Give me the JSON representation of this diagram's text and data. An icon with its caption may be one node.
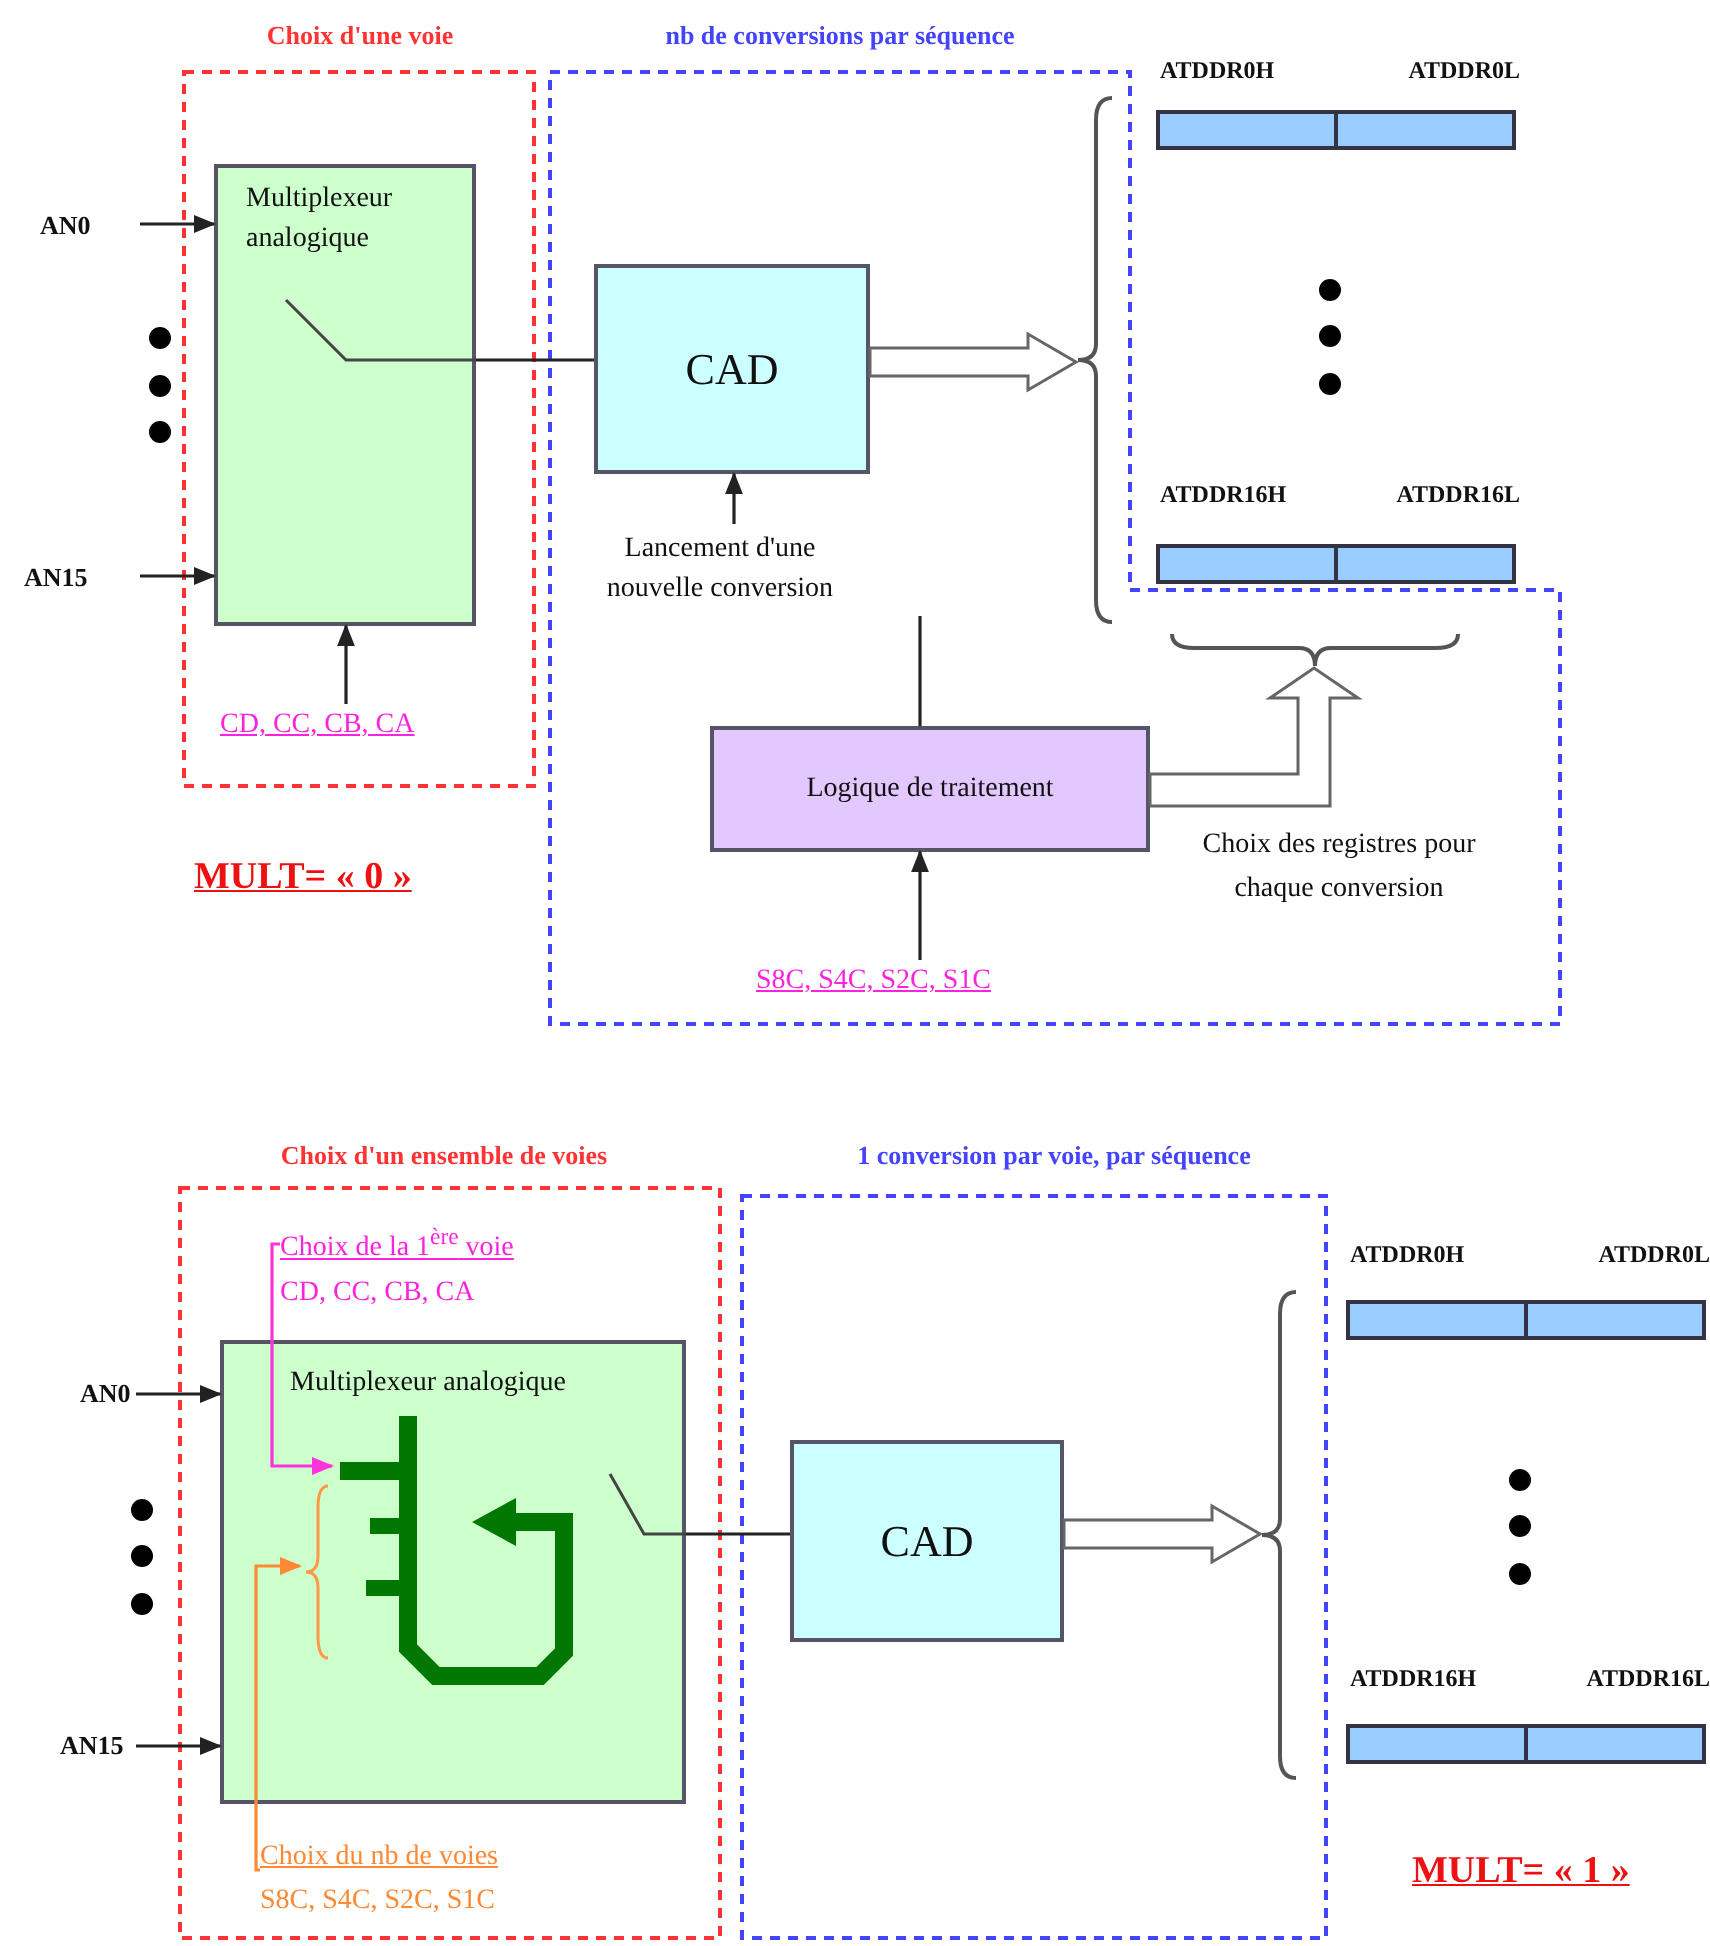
{
  "diagram": {
    "nodes": [
      {
        "text": [
          "Choix d'une voie"
        ]
      },
      {
        "text": [
          "Multiplexeur analogique"
        ],
        "in": 0
      },
      {
        "text": [
          "CD, CC, CB, CA"
        ],
        "in": 0
      },
      {
        "text": [
          "AN0"
        ]
      },
      {
        "text": [
          "AN15"
        ]
      },
      {
        "text": [
          "nb de conversions par séquence"
        ]
      },
      {
        "text": [
          "CAD"
        ],
        "in": 5
      },
      {
        "text": [
          "Lancement d'une nouvelle conversion"
        ],
        "in": 5
      },
      {
        "text": [
          "Logique de traitement"
        ],
        "in": 5
      },
      {
        "text": [
          "S8C, S4C, S2C, S1C"
        ],
        "in": 5
      },
      {
        "text": [],
        "shape": "brace",
        "in": 5
      },
      {
        "text": [
          "ATDDR0H",
          "ATDDR0L"
        ]
      },
      {
        "text": [
          "ATDDR16H",
          "ATDDR16L"
        ]
      },
      {
        "text": [],
        "shape": "brace",
        "in": 5
      },
      {
        "text": [
          "Choix d'un ensemble de voies"
        ]
      },
      {
        "text": [
          "Choix de la 1$^{ère}$ voie",
          "CD, CC, CB, CA"
        ],
        "in": 14
      },
      {
        "text": [
          "Multiplexeur analogique"
        ],
        "in": 14
      },
      {
        "text": [],
        "shape": "picture",
        "in": 16
      },
      {
        "text": [],
        "shape": "brace",
        "in": 16
      },
      {
        "text": [
          "Choix du nb de voies",
          "S8C, S4C, S2C, S1C"
        ],
        "in": 14
      },
      {
        "text": [
          "AN0"
        ]
      },
      {
        "text": [
          "AN15"
        ]
      },
      {
        "text": [
          "1 conversion par voie, par séquence"
        ]
      },
      {
        "text": [
          "CAD"
        ],
        "in": 22
      },
      {
        "text": [],
        "shape": "brace",
        "in": 22
      },
      {
        "text": [
          "ATDDR0H",
          "ATDDR0L"
        ]
      },
      {
        "text": [
          "ATDDR16H",
          "ATDDR16L"
        ]
      }
    ],
    "edges": [
      {
        "from": 3,
        "to": 1,
        "arrow": "to"
      },
      {
        "from": 4,
        "to": 1,
        "arrow": "to"
      },
      {
        "from": 2,
        "to": 1,
        "arrow": "to"
      },
      {
        "from": 1,
        "to": 6,
        "arrow": "none"
      },
      {
        "from": 6,
        "to": 10,
        "arrow": "to",
        "style": "thick"
      },
      {
        "from": 7,
        "to": 6,
        "arrow": "to"
      },
      {
        "from": 8,
        "to": 7,
        "arrow": "none"
      },
      {
        "from": 9,
        "to": 8,
        "arrow": "to"
      },
      {
        "from": 8,
        "to": 13,
        "arrow": "to",
        "style": "thick",
        "label": "Choix des registres pour chaque conversion"
      },
      {
        "from": 20,
        "to": 16,
        "arrow": "to"
      },
      {
        "from": 21,
        "to": 16,
        "arrow": "to"
      },
      {
        "from": 15,
        "to": 17,
        "arrow": "to",
        "color": "#ff33dd"
      },
      {
        "from": 19,
        "to": 18,
        "arrow": "to",
        "color": "#ff8833"
      },
      {
        "from": 16,
        "to": 23,
        "arrow": "none"
      },
      {
        "from": 23,
        "to": 24,
        "arrow": "to",
        "style": "thick"
      }
    ],
    "labels": [
      "MULT= « 0 »",
      "MULT= « 1 »"
    ]
  }
}
